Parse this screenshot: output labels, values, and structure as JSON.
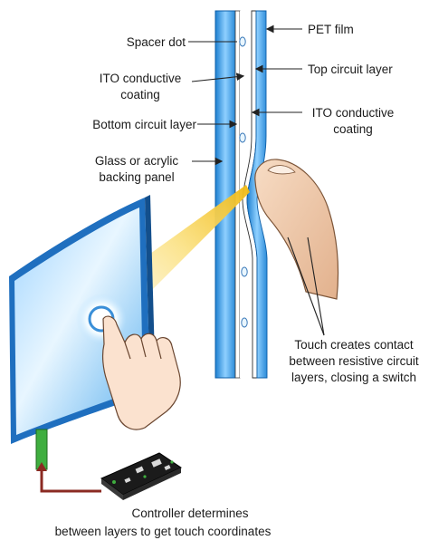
{
  "labels": {
    "spacer_dot": "Spacer dot",
    "ito_left_1": "ITO conductive",
    "ito_left_2": "coating",
    "bottom_circuit": "Bottom circuit layer",
    "glass_1": "Glass or acrylic",
    "glass_2": "backing panel",
    "pet_film": "PET film",
    "top_circuit": "Top circuit layer",
    "ito_right_1": "ITO conductive",
    "ito_right_2": "coating",
    "touch_1": "Touch creates contact",
    "touch_2": "between resistive circuit",
    "touch_3": "layers, closing a switch",
    "controller_1": "Controller determines",
    "controller_2": "between layers to get touch coordinates"
  },
  "colors": {
    "panel_blue": "#2f8fd8",
    "panel_light": "#cfeaff",
    "screen_frame": "#1f6fbf",
    "beam_yellow": "#f6d24a",
    "pcb_green": "#3fae3f",
    "pcb_cable": "#8b2a22",
    "leader": "#222222"
  },
  "icons": {
    "finger": "finger-pressing-icon",
    "hand": "pointing-hand-icon",
    "controller": "controller-board-icon"
  }
}
